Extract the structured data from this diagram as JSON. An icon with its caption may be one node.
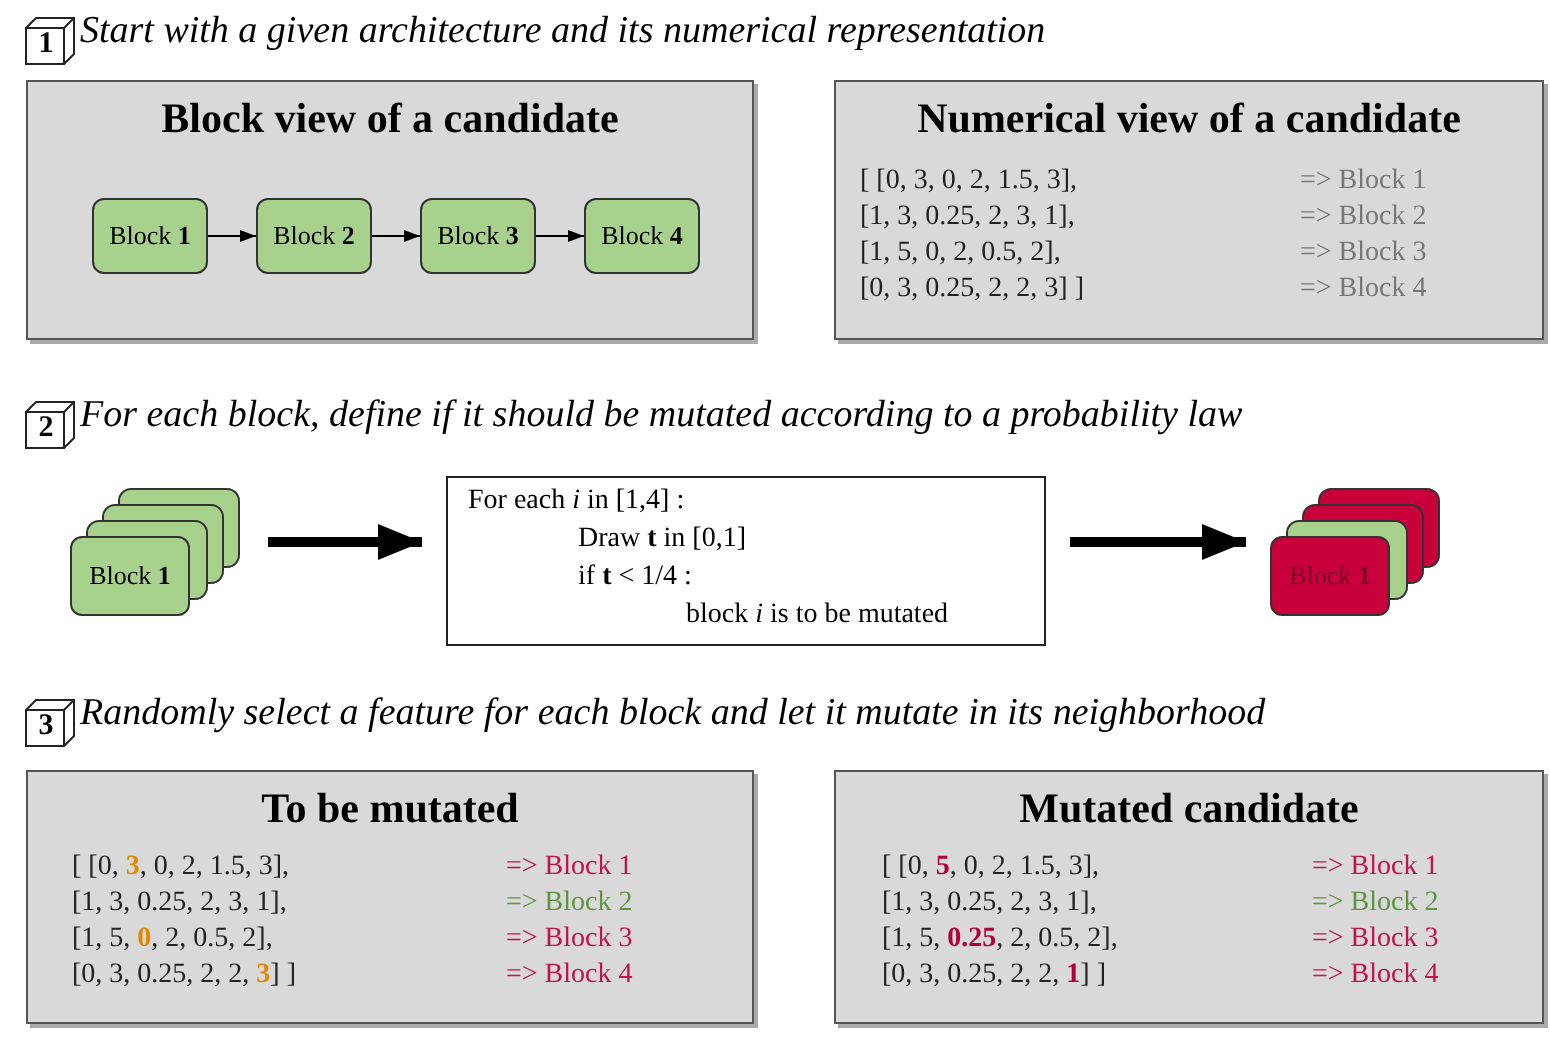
{
  "diagram": {
    "nodes": [
      {
        "text": [
          "Block view of a candidate"
        ]
      },
      {
        "text": [
          "Block **1**"
        ],
        "in": 0
      },
      {
        "text": [
          "Block **2**"
        ],
        "in": 0
      },
      {
        "text": [
          "Block **3**"
        ],
        "in": 0
      },
      {
        "text": [
          "Block **4**"
        ],
        "in": 0
      },
      {
        "text": [
          "Numerical view of a candidate",
          "[ [0, 3, 0, 2, 1.5, 3],",
          "=> Block 1",
          "[1, 3, 0.25, 2, 3, 1],",
          "=> Block 2",
          "[1, 5, 0, 2, 0.5, 2],",
          "=> Block 3",
          "[0, 3, 0.25, 2, 2, 3] ]",
          "=> Block 4"
        ]
      },
      {
        "text": [
          "Block **1**"
        ]
      },
      {
        "text": [
          "For each *i* in [1,4] :",
          "Draw **t** in [0,1]",
          "if **t** < 1/4 :",
          "block *i* is to be mutated"
        ]
      },
      {
        "text": [
          "Block **1**"
        ]
      },
      {
        "text": [
          "To be mutated",
          "[ [0, **3**, 0, 2, 1.5, 3],",
          "=> Block 1",
          "[1, 3, 0.25, 2, 3, 1],",
          "=> Block 2",
          "[1, 5, **0**, 2, 0.5, 2],",
          "=> Block 3",
          "[0, 3, 0.25, 2, 2, **3**] ]",
          "=> Block 4"
        ]
      },
      {
        "text": [
          "Mutated candidate",
          "[ [0, **5**, 0, 2, 1.5, 3],",
          "=> Block 1",
          "[1, 3, 0.25, 2, 3, 1],",
          "=> Block 2",
          "[1, 5, **0.25**, 2, 0.5, 2],",
          "=> Block 3",
          "[0, 3, 0.25, 2, 2, **1**] ]",
          "=> Block 4"
        ]
      }
    ],
    "edges": [
      {
        "from": 1,
        "to": 2,
        "arrow": "to"
      },
      {
        "from": 2,
        "to": 3,
        "arrow": "to"
      },
      {
        "from": 3,
        "to": 4,
        "arrow": "to"
      },
      {
        "from": 6,
        "to": 7,
        "arrow": "to",
        "style": "thick"
      },
      {
        "from": 7,
        "to": 8,
        "arrow": "to",
        "style": "thick"
      }
    ],
    "labels": [
      "1",
      "Start with a given architecture and its numerical representation",
      "2",
      "For each block, define if it should be mutated according to a probability law",
      "3",
      "Randomly select a feature for each block and let it mutate in its neighborhood"
    ]
  }
}
